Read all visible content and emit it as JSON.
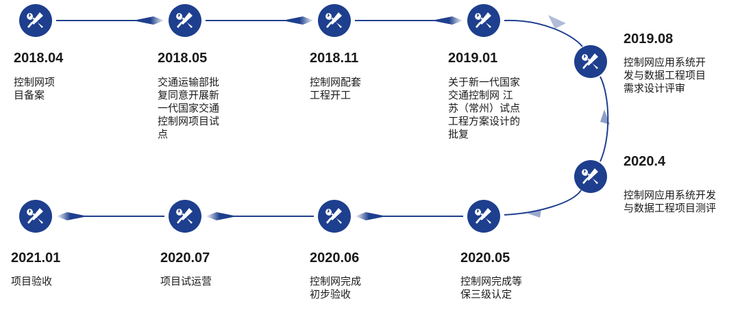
{
  "colors": {
    "node": "#1e3f8e",
    "line": "#1e3f8e",
    "arrow_fade": "#ffffff",
    "text": "#1a1a1a"
  },
  "node_icon": "tools-icon",
  "milestones": [
    {
      "date": "2018.04",
      "desc": "控制网项\n目备案"
    },
    {
      "date": "2018.05",
      "desc": "交通运输部批\n复同意开展新\n一代国家交通\n控制网项目试\n点"
    },
    {
      "date": "2018.11",
      "desc": "控制网配套\n工程开工"
    },
    {
      "date": "2019.01",
      "desc": "关于新一代国家\n交通控制网 江\n苏（常州）试点\n工程方案设计的\n批复"
    },
    {
      "date": "2019.08",
      "desc": "控制网应用系统开\n发与数据工程项目\n需求设计评审"
    },
    {
      "date": "2020.4",
      "desc": "控制网应用系统开发\n与数据工程项目测评"
    },
    {
      "date": "2020.05",
      "desc": "控制网完成等\n保三级认定"
    },
    {
      "date": "2020.06",
      "desc": "控制网完成\n初步验收"
    },
    {
      "date": "2020.07",
      "desc": "项目试运营"
    },
    {
      "date": "2021.01",
      "desc": "项目验收"
    }
  ]
}
